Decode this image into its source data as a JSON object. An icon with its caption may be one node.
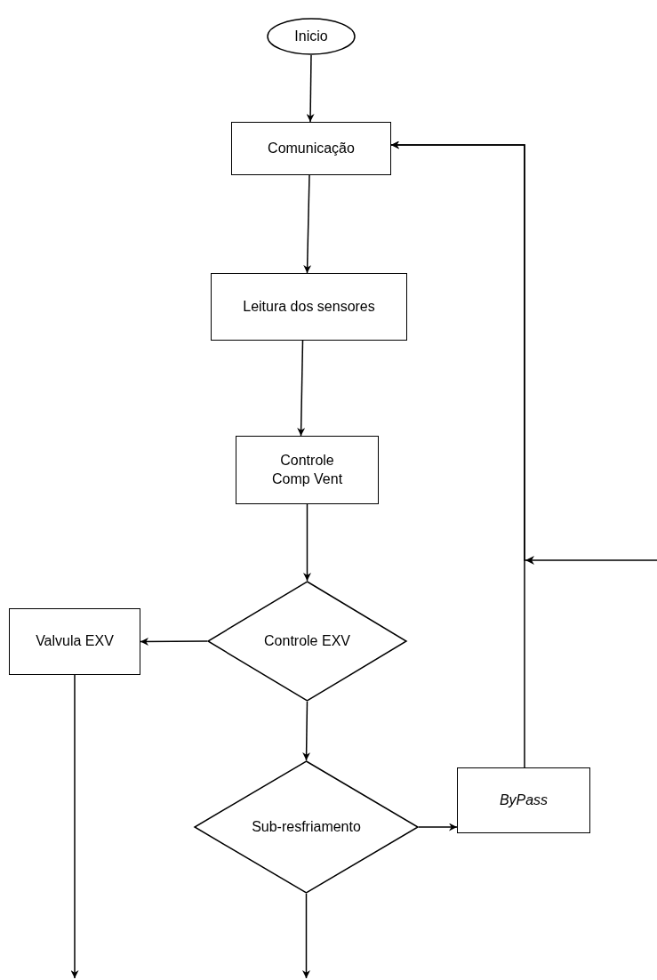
{
  "diagram": {
    "nodes": [
      {
        "text": [
          "Inicio"
        ]
      },
      {
        "text": [
          "Comunicação"
        ]
      },
      {
        "text": [
          "Leitura dos sensores"
        ]
      },
      {
        "text": [
          "Controle Comp Vent"
        ]
      },
      {
        "text": [
          "Controle EXV"
        ]
      },
      {
        "text": [
          "Valvula EXV"
        ]
      },
      {
        "text": [
          "Sub-resfriamento"
        ]
      },
      {
        "text": [
          "ByPass"
        ]
      }
    ],
    "edges": [
      {
        "from": 0,
        "to": 1,
        "arrow": "to"
      },
      {
        "from": 1,
        "to": 2,
        "arrow": "to"
      },
      {
        "from": 2,
        "to": 3,
        "arrow": "to"
      },
      {
        "from": 3,
        "to": 4,
        "arrow": "to"
      },
      {
        "from": 4,
        "to": 5,
        "arrow": "to"
      },
      {
        "from": 4,
        "to": 6,
        "arrow": "to"
      },
      {
        "from": 6,
        "to": 7,
        "arrow": "to"
      },
      {
        "from": 7,
        "to": 1,
        "arrow": "to"
      },
      {
        "from": null,
        "to": 1,
        "arrow": "to"
      },
      {
        "from": 5,
        "to": null,
        "arrow": "to"
      },
      {
        "from": 6,
        "to": null,
        "arrow": "to"
      }
    ]
  }
}
